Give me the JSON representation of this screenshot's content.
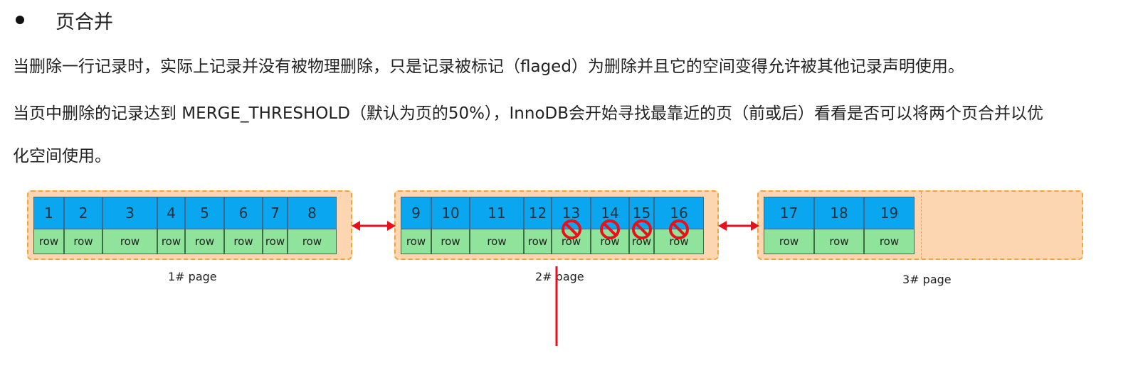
{
  "heading": "页合并",
  "paragraphs": [
    "当删除一行记录时，实际上记录并没有被物理删除，只是记录被标记（flaged）为删除并且它的空间变得允许被其他记录声明使用。",
    "当页中删除的记录达到 MERGE_THRESHOLD（默认为页的50%），InnoDB会开始寻找最靠近的页（前或后）看看是否可以将两个页合并以优",
    "化空间使用。"
  ],
  "colors": {
    "page_fill": "#fcd6b0",
    "page_border": "#f0a63c",
    "record_header": "#0aa6f0",
    "record_body": "#8fe39a",
    "arrow": "#e8111b",
    "deleted_mark": "#e8111b"
  },
  "pages": [
    {
      "label": "1#  page",
      "records": [
        {
          "id": "1",
          "row": "row"
        },
        {
          "id": "2",
          "row": "row"
        },
        {
          "id": "3",
          "row": "row"
        },
        {
          "id": "4",
          "row": "row"
        },
        {
          "id": "5",
          "row": "row"
        },
        {
          "id": "6",
          "row": "row"
        },
        {
          "id": "7",
          "row": "row"
        },
        {
          "id": "8",
          "row": "row"
        }
      ]
    },
    {
      "label": "2#  page",
      "records": [
        {
          "id": "9",
          "row": "row"
        },
        {
          "id": "10",
          "row": "row"
        },
        {
          "id": "11",
          "row": "row"
        },
        {
          "id": "12",
          "row": "row"
        },
        {
          "id": "13",
          "row": "row",
          "deleted": true
        },
        {
          "id": "14",
          "row": "row",
          "deleted": true
        },
        {
          "id": "15",
          "row": "row",
          "deleted": true
        },
        {
          "id": "16",
          "row": "row",
          "deleted": true
        }
      ]
    },
    {
      "label": "3#  page",
      "records": [
        {
          "id": "17",
          "row": "row"
        },
        {
          "id": "18",
          "row": "row"
        },
        {
          "id": "19",
          "row": "row"
        }
      ]
    }
  ]
}
